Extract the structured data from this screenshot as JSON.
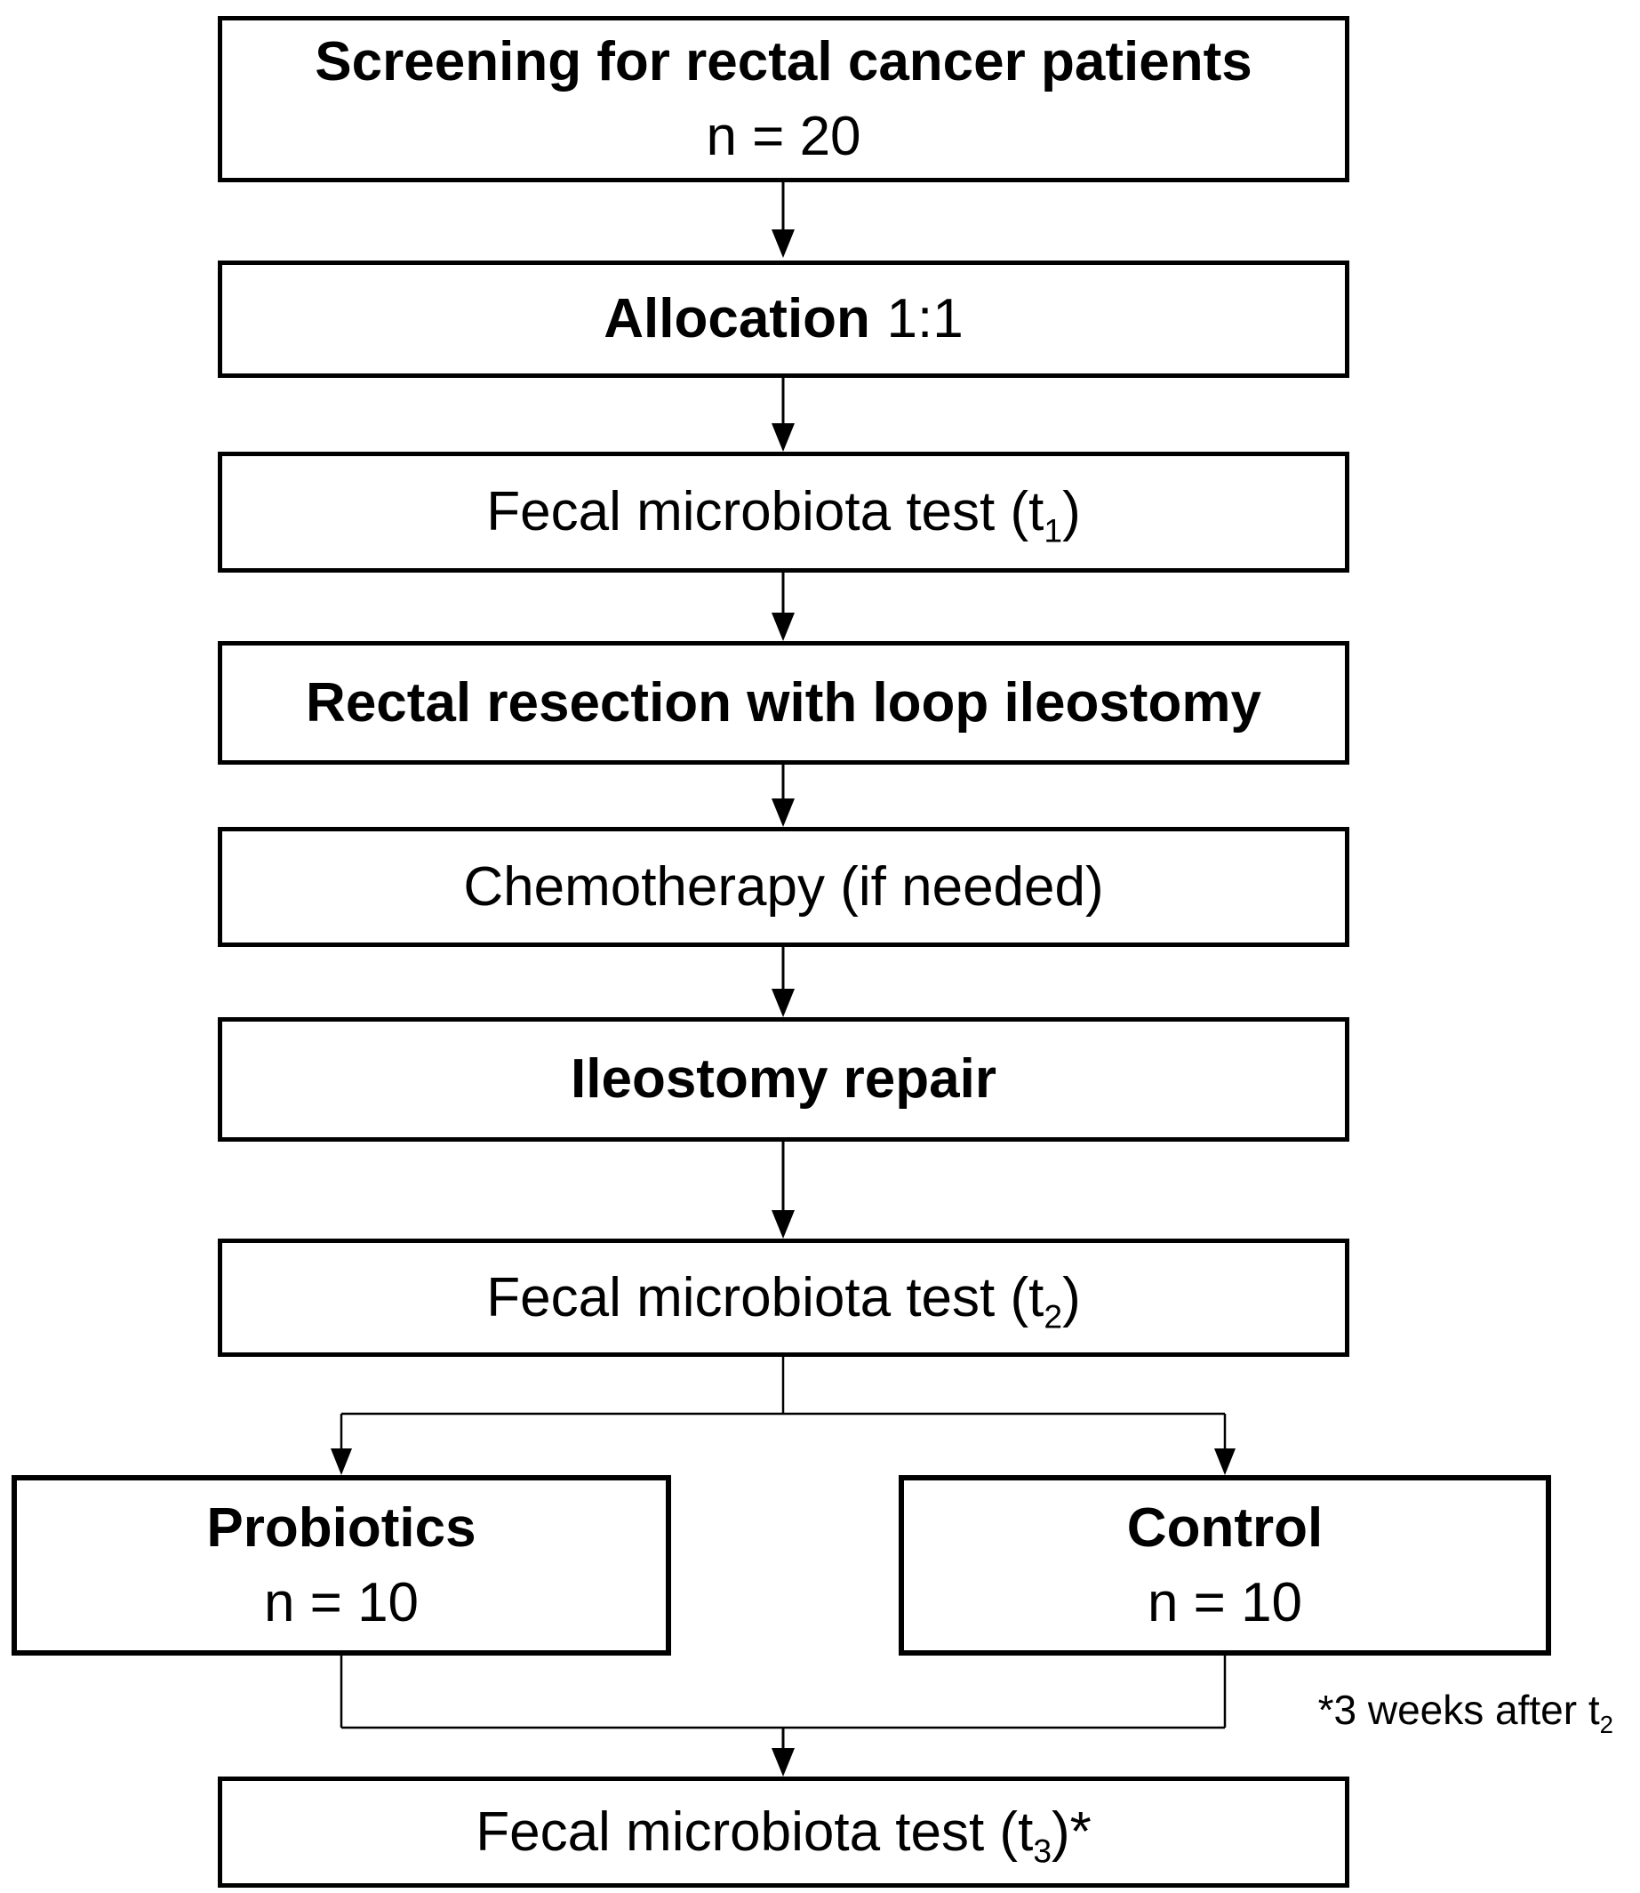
{
  "diagram": {
    "background_color": "#ffffff",
    "line_color": "#000000",
    "text_color": "#000000",
    "boxes": {
      "screening": {
        "title": "Screening for rectal cancer patients",
        "count": "n = 20"
      },
      "allocation": {
        "title": "Allocation",
        "ratio": "1:1"
      },
      "fecal_test_t1": {
        "text_pre": "Fecal microbiota test (t",
        "subscript": "1",
        "text_post": ")"
      },
      "rectal_resection": {
        "title": "Rectal resection with loop ileostomy"
      },
      "chemotherapy": {
        "title": "Chemotherapy (if needed)"
      },
      "ileostomy_repair": {
        "title": "Ileostomy repair"
      },
      "fecal_test_t2": {
        "text_pre": "Fecal microbiota test (t",
        "subscript": "2",
        "text_post": ")"
      },
      "probiotics": {
        "title": "Probiotics",
        "count": "n = 10"
      },
      "control": {
        "title": "Control",
        "count": "n = 10"
      },
      "fecal_test_t3": {
        "text_pre": "Fecal microbiota test (t",
        "subscript": "3",
        "text_post": ")*"
      }
    },
    "annotation": {
      "text_pre": "*3 weeks after t",
      "subscript": "2"
    }
  }
}
